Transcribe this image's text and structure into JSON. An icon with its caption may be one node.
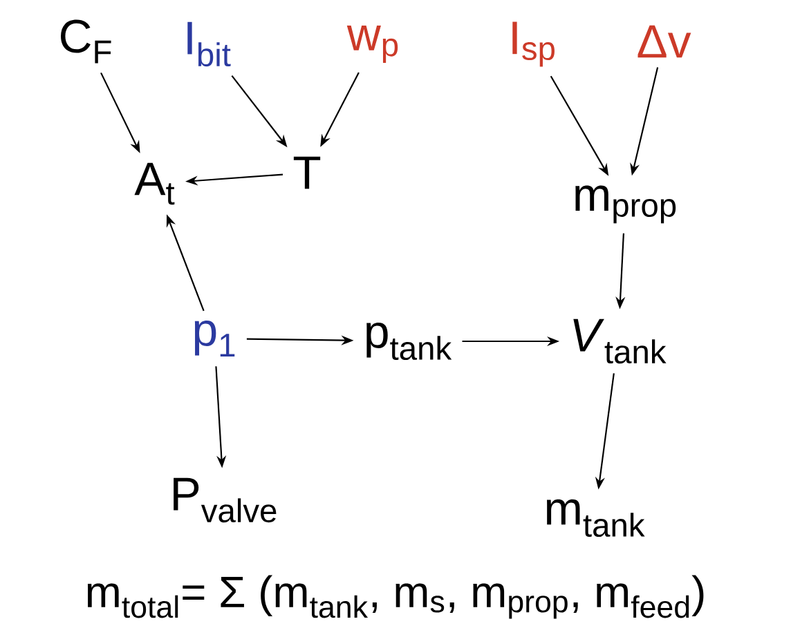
{
  "diagram": {
    "nodes": [
      {
        "text": [
          "C$_{F}$"
        ]
      },
      {
        "text": [
          "I$_{bit}$"
        ]
      },
      {
        "text": [
          "w$_{p}$"
        ]
      },
      {
        "text": [
          "I$_{sp}$"
        ]
      },
      {
        "text": [
          "Δv"
        ]
      },
      {
        "text": [
          "A$_{t}$"
        ]
      },
      {
        "text": [
          "T"
        ]
      },
      {
        "text": [
          "m$_{prop}$"
        ]
      },
      {
        "text": [
          "p$_{1}$"
        ]
      },
      {
        "text": [
          "p$_{tank}$"
        ]
      },
      {
        "text": [
          "*V*$_{tank}$"
        ]
      },
      {
        "text": [
          "P$_{valve}$"
        ]
      },
      {
        "text": [
          "m$_{tank}$"
        ]
      }
    ],
    "edges": [
      {
        "from": 0,
        "to": 5,
        "arrow": "to"
      },
      {
        "from": 1,
        "to": 6,
        "arrow": "to"
      },
      {
        "from": 2,
        "to": 6,
        "arrow": "to"
      },
      {
        "from": 6,
        "to": 5,
        "arrow": "to"
      },
      {
        "from": 3,
        "to": 7,
        "arrow": "to"
      },
      {
        "from": 4,
        "to": 7,
        "arrow": "to"
      },
      {
        "from": 8,
        "to": 5,
        "arrow": "to"
      },
      {
        "from": 7,
        "to": 10,
        "arrow": "to"
      },
      {
        "from": 8,
        "to": 9,
        "arrow": "to"
      },
      {
        "from": 9,
        "to": 10,
        "arrow": "to"
      },
      {
        "from": 8,
        "to": 11,
        "arrow": "to"
      },
      {
        "from": 10,
        "to": 12,
        "arrow": "to"
      }
    ],
    "labels": [
      "m$_{total}$= Σ (m$_{tank}$, m$_{s}$, m$_{prop}$, m$_{feed}$)"
    ]
  }
}
